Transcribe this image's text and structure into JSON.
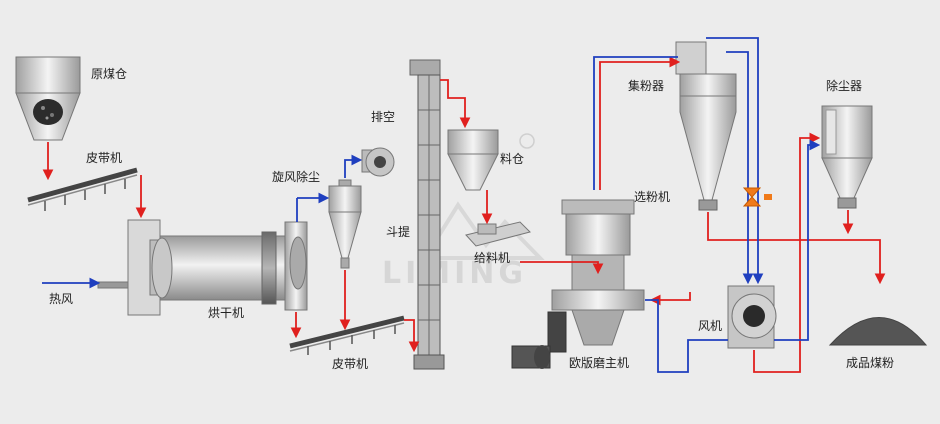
{
  "labels": {
    "raw_coal_bin": "原煤仓",
    "belt_conveyor_1": "皮带机",
    "hot_air": "热风",
    "dryer": "烘干机",
    "cyclone": "旋风除尘",
    "exhaust": "排空",
    "belt_conveyor_2": "皮带机",
    "bucket_elevator": "斗提",
    "feed_bin": "料仓",
    "feeder": "给料机",
    "classifier": "选粉机",
    "powder_collector": "集粉器",
    "dust_collector": "除尘器",
    "fan": "风机",
    "main_mill": "欧版磨主机",
    "pulverized_coal": "成品煤粉"
  },
  "watermark": {
    "brand": "LIMING"
  },
  "colors": {
    "material_flow": "#e0201e",
    "air_flow": "#1f3fbf",
    "valve": "#f07a1a"
  }
}
